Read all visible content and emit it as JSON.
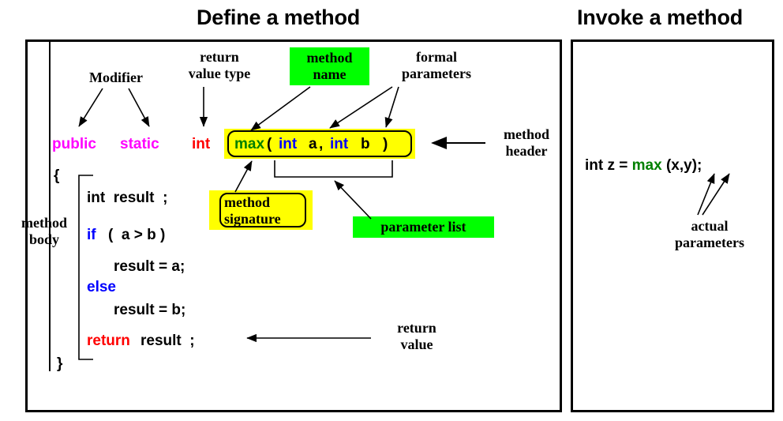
{
  "panels": {
    "define": {
      "title": "Define a method",
      "annotations": {
        "modifier": "Modifier",
        "return_value_type": "return\nvalue type",
        "method_name": "method\nname",
        "formal_parameters": "formal\nparameters",
        "method_header": "method\nheader",
        "method_signature": "method\nsignature",
        "parameter_list": "parameter list",
        "method_body": "method\nbody",
        "return_value": "return\nvalue"
      },
      "code": {
        "signature_line": {
          "modifier1": "public",
          "modifier2": "static",
          "return_type": "int",
          "name": "max",
          "paren_open": "(",
          "param1_type": "int",
          "param1_name": "a",
          "comma": ",",
          "param2_type": "int",
          "param2_name": "b",
          "paren_close": ")"
        },
        "open_brace": "{",
        "line_declare": "int  result  ;",
        "line_if_kw": "if",
        "line_if_cond": "(  a > b )",
        "line_then": "result = a;",
        "line_else": "else",
        "line_else_body": "result = b;",
        "line_return_kw": "return",
        "line_return_expr": "result  ;",
        "close_brace": "}"
      }
    },
    "invoke": {
      "title": "Invoke a method",
      "code": {
        "prefix": "int z = ",
        "method": "max",
        "args": " (x,y);"
      },
      "annotations": {
        "actual_parameters": "actual\nparameters"
      }
    }
  },
  "colors": {
    "highlight_yellow": "#ffff00",
    "highlight_green": "#00ff00",
    "modifier": "#ff00ff",
    "return_type": "#ff0000",
    "keyword": "#0000ff",
    "method_name": "#008000",
    "text": "#000000",
    "background": "#ffffff"
  }
}
